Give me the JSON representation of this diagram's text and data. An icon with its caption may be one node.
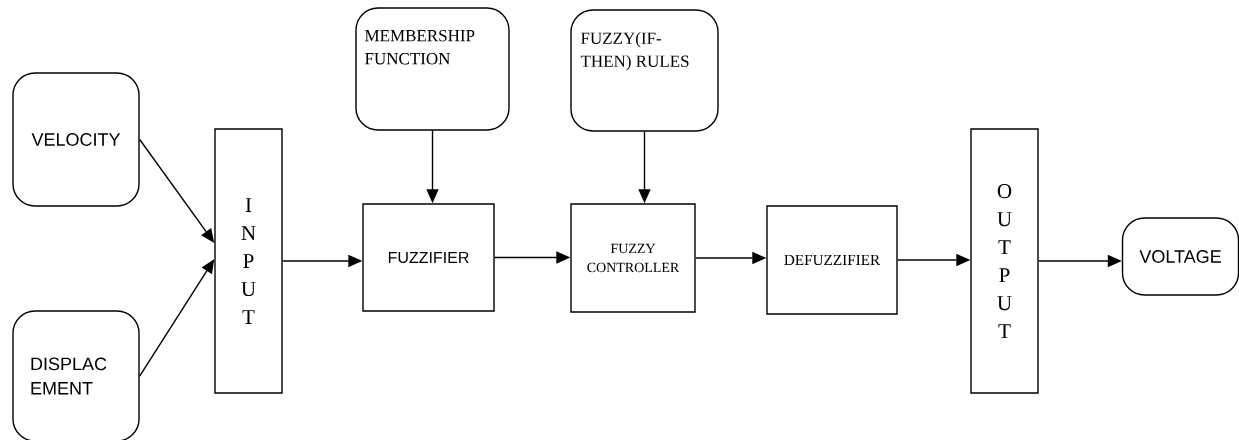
{
  "diagram": {
    "nodes": [
      {
        "text": [
          "VELOCITY"
        ]
      },
      {
        "text": [
          "DISPLAC EMENT"
        ]
      },
      {
        "text": [
          "I N P U T"
        ]
      },
      {
        "text": [
          "MEMBERSHIP FUNCTION"
        ]
      },
      {
        "text": [
          "FUZZIFIER"
        ]
      },
      {
        "text": [
          "FUZZY(IF- THEN) RULES"
        ]
      },
      {
        "text": [
          "FUZZY CONTROLLER"
        ]
      },
      {
        "text": [
          "DEFUZZIFIER"
        ]
      },
      {
        "text": [
          "O U T P U T"
        ]
      },
      {
        "text": [
          "VOLTAGE"
        ]
      }
    ],
    "edges": [
      {
        "from": 0,
        "to": 2,
        "arrow": "to"
      },
      {
        "from": 1,
        "to": 2,
        "arrow": "to"
      },
      {
        "from": 2,
        "to": 4,
        "arrow": "to"
      },
      {
        "from": 3,
        "to": 4,
        "arrow": "to"
      },
      {
        "from": 4,
        "to": 6,
        "arrow": "to"
      },
      {
        "from": 5,
        "to": 6,
        "arrow": "to"
      },
      {
        "from": 6,
        "to": 7,
        "arrow": "to"
      },
      {
        "from": 7,
        "to": 8,
        "arrow": "to"
      },
      {
        "from": 8,
        "to": 9,
        "arrow": "to"
      }
    ]
  }
}
